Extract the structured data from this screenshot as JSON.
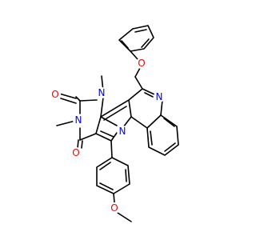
{
  "colors": {
    "background": "#ffffff",
    "bond": "#000000",
    "N": "#0000ff",
    "O": "#ff0000"
  },
  "atoms": [
    {
      "id": "O_top",
      "text": "O",
      "element": "O"
    },
    {
      "id": "N_pyrazine",
      "text": "N",
      "element": "N"
    },
    {
      "id": "O_carbonyl_top",
      "text": "O",
      "element": "O"
    },
    {
      "id": "N_upper",
      "text": "N",
      "element": "N"
    },
    {
      "id": "N_lower",
      "text": "N",
      "element": "N"
    },
    {
      "id": "N_pyrrole",
      "text": "N",
      "element": "N"
    },
    {
      "id": "O_carbonyl_bottom",
      "text": "O",
      "element": "O"
    },
    {
      "id": "O_methoxy",
      "text": "O",
      "element": "O"
    }
  ]
}
